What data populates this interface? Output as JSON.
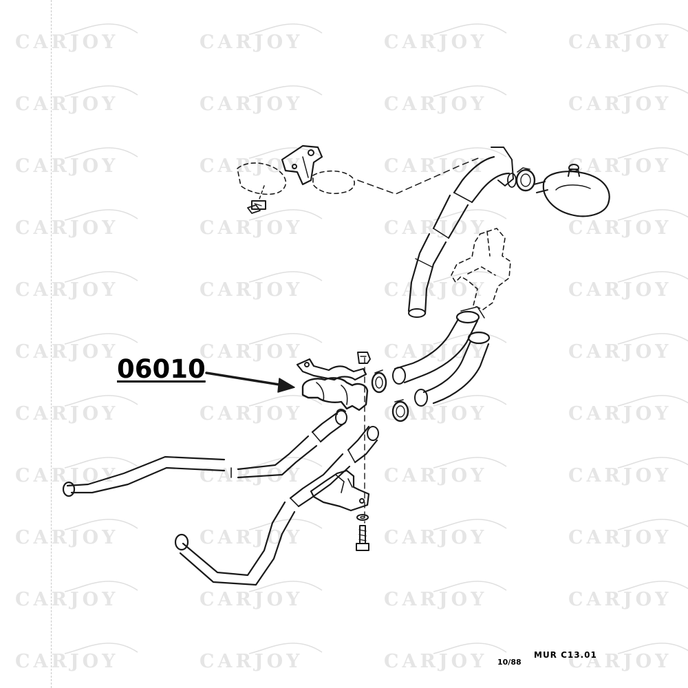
{
  "watermark": {
    "text": "CARJOY"
  },
  "callout": {
    "part_number": "06010"
  },
  "footer": {
    "date": "10/88",
    "reference": "MUR  C13.01"
  },
  "colors": {
    "line": "#1a1a1a",
    "watermark": "#969696",
    "background": "#ffffff"
  },
  "components": [
    "bracket",
    "mounting-bolt",
    "coolant-hose",
    "hose-clamp",
    "expansion-tank",
    "thermostat-housing",
    "pipe-clamp-bracket",
    "pipe-clamp-lower",
    "water-pipe",
    "lower-bracket",
    "washer",
    "bolt"
  ]
}
